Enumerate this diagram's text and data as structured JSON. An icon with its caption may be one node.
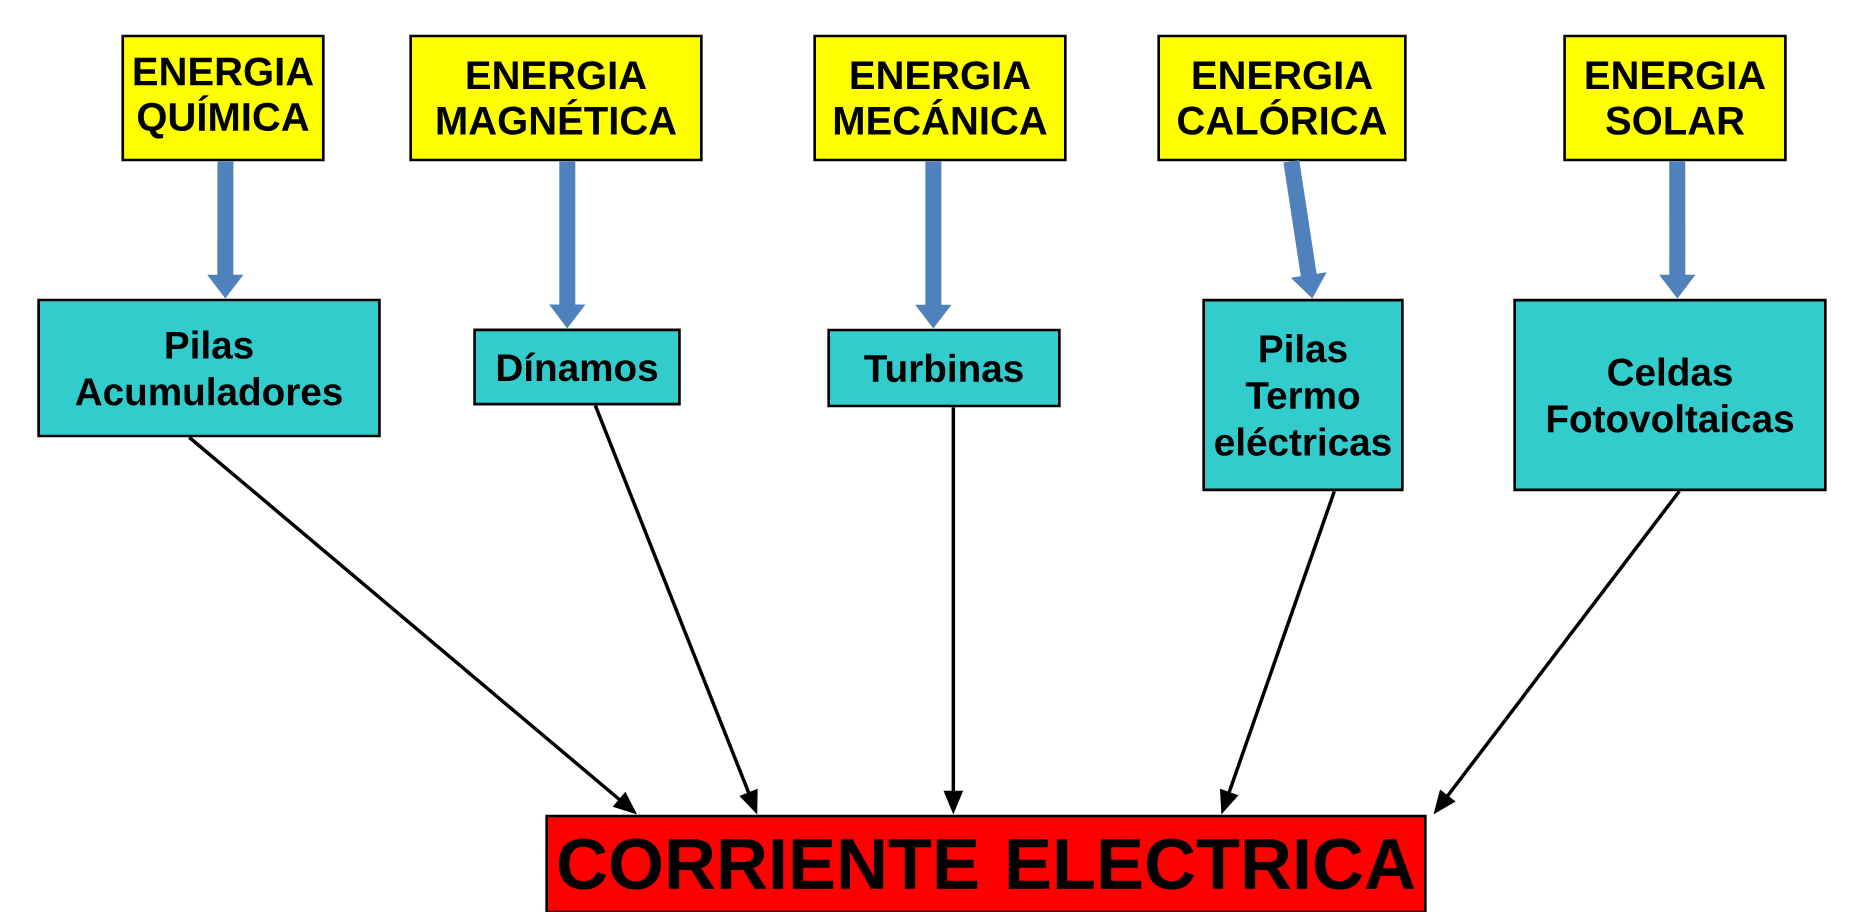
{
  "diagram": {
    "nodes": [
      {
        "text": [
          "ENERGIA QUÍMICA"
        ]
      },
      {
        "text": [
          "ENERGIA MAGNÉTICA"
        ]
      },
      {
        "text": [
          "ENERGIA MECÁNICA"
        ]
      },
      {
        "text": [
          "ENERGIA CALÓRICA"
        ]
      },
      {
        "text": [
          "ENERGIA SOLAR"
        ]
      },
      {
        "text": [
          "Pilas Acumuladores"
        ]
      },
      {
        "text": [
          "Dínamos"
        ]
      },
      {
        "text": [
          "Turbinas"
        ]
      },
      {
        "text": [
          "Pilas Termo eléctricas"
        ]
      },
      {
        "text": [
          "Celdas Fotovoltaicas"
        ]
      },
      {
        "text": [
          "CORRIENTE ELECTRICA"
        ]
      }
    ],
    "edges": [
      {
        "from": 0,
        "to": 5,
        "arrow": "to",
        "style": "thick",
        "color": "#4f81bd"
      },
      {
        "from": 1,
        "to": 6,
        "arrow": "to",
        "style": "thick",
        "color": "#4f81bd"
      },
      {
        "from": 2,
        "to": 7,
        "arrow": "to",
        "style": "thick",
        "color": "#4f81bd"
      },
      {
        "from": 3,
        "to": 8,
        "arrow": "to",
        "style": "thick",
        "color": "#4f81bd"
      },
      {
        "from": 4,
        "to": 9,
        "arrow": "to",
        "style": "thick",
        "color": "#4f81bd"
      },
      {
        "from": 5,
        "to": 10,
        "arrow": "to",
        "color": "#000000"
      },
      {
        "from": 6,
        "to": 10,
        "arrow": "to",
        "color": "#000000"
      },
      {
        "from": 7,
        "to": 10,
        "arrow": "to",
        "color": "#000000"
      },
      {
        "from": 8,
        "to": 10,
        "arrow": "to",
        "color": "#000000"
      },
      {
        "from": 9,
        "to": 10,
        "arrow": "to",
        "color": "#000000"
      }
    ]
  }
}
